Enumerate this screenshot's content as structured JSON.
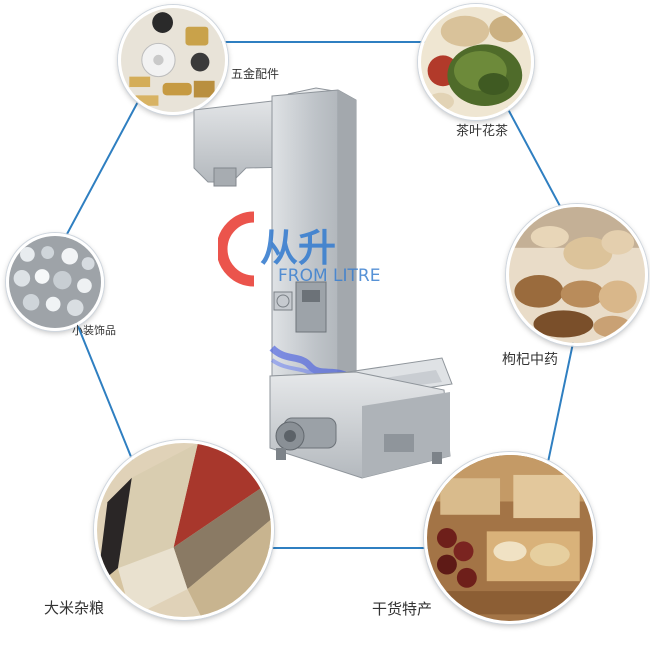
{
  "brand": {
    "mark": "从升",
    "name": "FROM LITRE",
    "colors": {
      "red": "#e8362d",
      "blue": "#3a7fd0"
    }
  },
  "categories": [
    {
      "id": "hardware",
      "label": "五金配件",
      "icon": "hardware-parts-photo"
    },
    {
      "id": "tea",
      "label": "茶叶花茶",
      "icon": "tea-leaves-photo"
    },
    {
      "id": "herbs",
      "label": "枸杞中药",
      "icon": "herbal-medicine-photo"
    },
    {
      "id": "dried-goods",
      "label": "干货特产",
      "icon": "dried-goods-photo"
    },
    {
      "id": "grains",
      "label": "大米杂粮",
      "icon": "grains-photo"
    },
    {
      "id": "accessories",
      "label": "小装饰品",
      "icon": "small-accessories-photo"
    }
  ],
  "colors": {
    "hexagon_line": "#2f7fc1",
    "steel": "#c9cdd2",
    "label_text": "#333333"
  }
}
